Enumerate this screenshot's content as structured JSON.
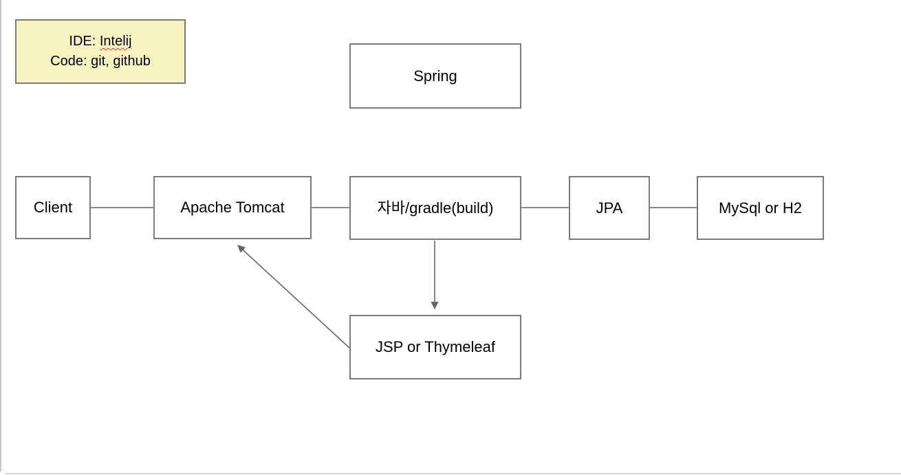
{
  "note": {
    "line1_prefix": "IDE: ",
    "line1_misspelled": "Intelij",
    "line2": "Code: git, github"
  },
  "nodes": {
    "spring": {
      "label": "Spring"
    },
    "client": {
      "label": "Client"
    },
    "tomcat": {
      "label": "Apache Tomcat"
    },
    "java": {
      "label": "자바/gradle(build)"
    },
    "jpa": {
      "label": "JPA"
    },
    "mysql": {
      "label": "MySql or H2"
    },
    "jsp": {
      "label": "JSP or Thymeleaf"
    }
  },
  "connections": [
    {
      "from": "client",
      "to": "tomcat",
      "type": "line"
    },
    {
      "from": "tomcat",
      "to": "java",
      "type": "line"
    },
    {
      "from": "java",
      "to": "jpa",
      "type": "line"
    },
    {
      "from": "jpa",
      "to": "mysql",
      "type": "line"
    },
    {
      "from": "java",
      "to": "jsp",
      "type": "arrow"
    },
    {
      "from": "jsp",
      "to": "tomcat",
      "type": "arrow"
    }
  ],
  "colors": {
    "background": "#ffffff",
    "note_fill": "#f6f3c0",
    "box_border": "#7a7a7a",
    "connector": "#666666",
    "spellcheck_underline": "#e53935",
    "canvas_edge": "#c9c9c9",
    "text": "#000000"
  }
}
